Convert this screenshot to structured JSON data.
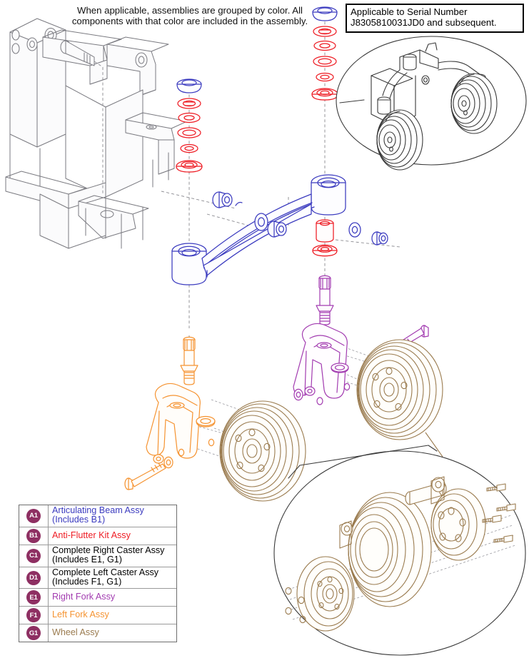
{
  "header_note": "When applicable, assemblies are grouped by color. All components with that color are included in the assembly.",
  "serial_box": {
    "line1": "Applicable to Serial Number",
    "line2": "J8305810031JD0 and subsequent."
  },
  "legend": {
    "items": [
      {
        "code": "A1",
        "label": "Articulating Beam Assy (Includes B1)",
        "color": "#3b3bbf"
      },
      {
        "code": "B1",
        "label": "Anti-Flutter Kit Assy",
        "color": "#ee1c24"
      },
      {
        "code": "C1",
        "label": "Complete Right Caster Assy (Includes E1, G1)",
        "color": "#000000"
      },
      {
        "code": "D1",
        "label": "Complete Left Caster Assy (Includes F1, G1)",
        "color": "#000000"
      },
      {
        "code": "E1",
        "label": "Right Fork Assy",
        "color": "#a23bb0"
      },
      {
        "code": "F1",
        "label": "Left Fork Assy",
        "color": "#f59331"
      },
      {
        "code": "G1",
        "label": "Wheel Assy",
        "color": "#9a7b4f"
      }
    ],
    "badge_color": "#8e2f62",
    "badge_text_color": "#ffffff"
  },
  "drawing": {
    "title": "Caster and articulating beam exploded parts diagram",
    "colors": {
      "frame": "#7a7a80",
      "beam": "#3b3bbf",
      "antiflutter": "#ee1c24",
      "right_fork": "#a23bb0",
      "left_fork": "#f59331",
      "wheel": "#9a7b4f",
      "detail_outline": "#3a3a3a",
      "dashed": "#7a7a80"
    },
    "callouts": [
      {
        "name": "assembled-caster-detail",
        "position": "top-right"
      },
      {
        "name": "wheel-exploded-detail",
        "position": "bottom-right"
      }
    ]
  }
}
